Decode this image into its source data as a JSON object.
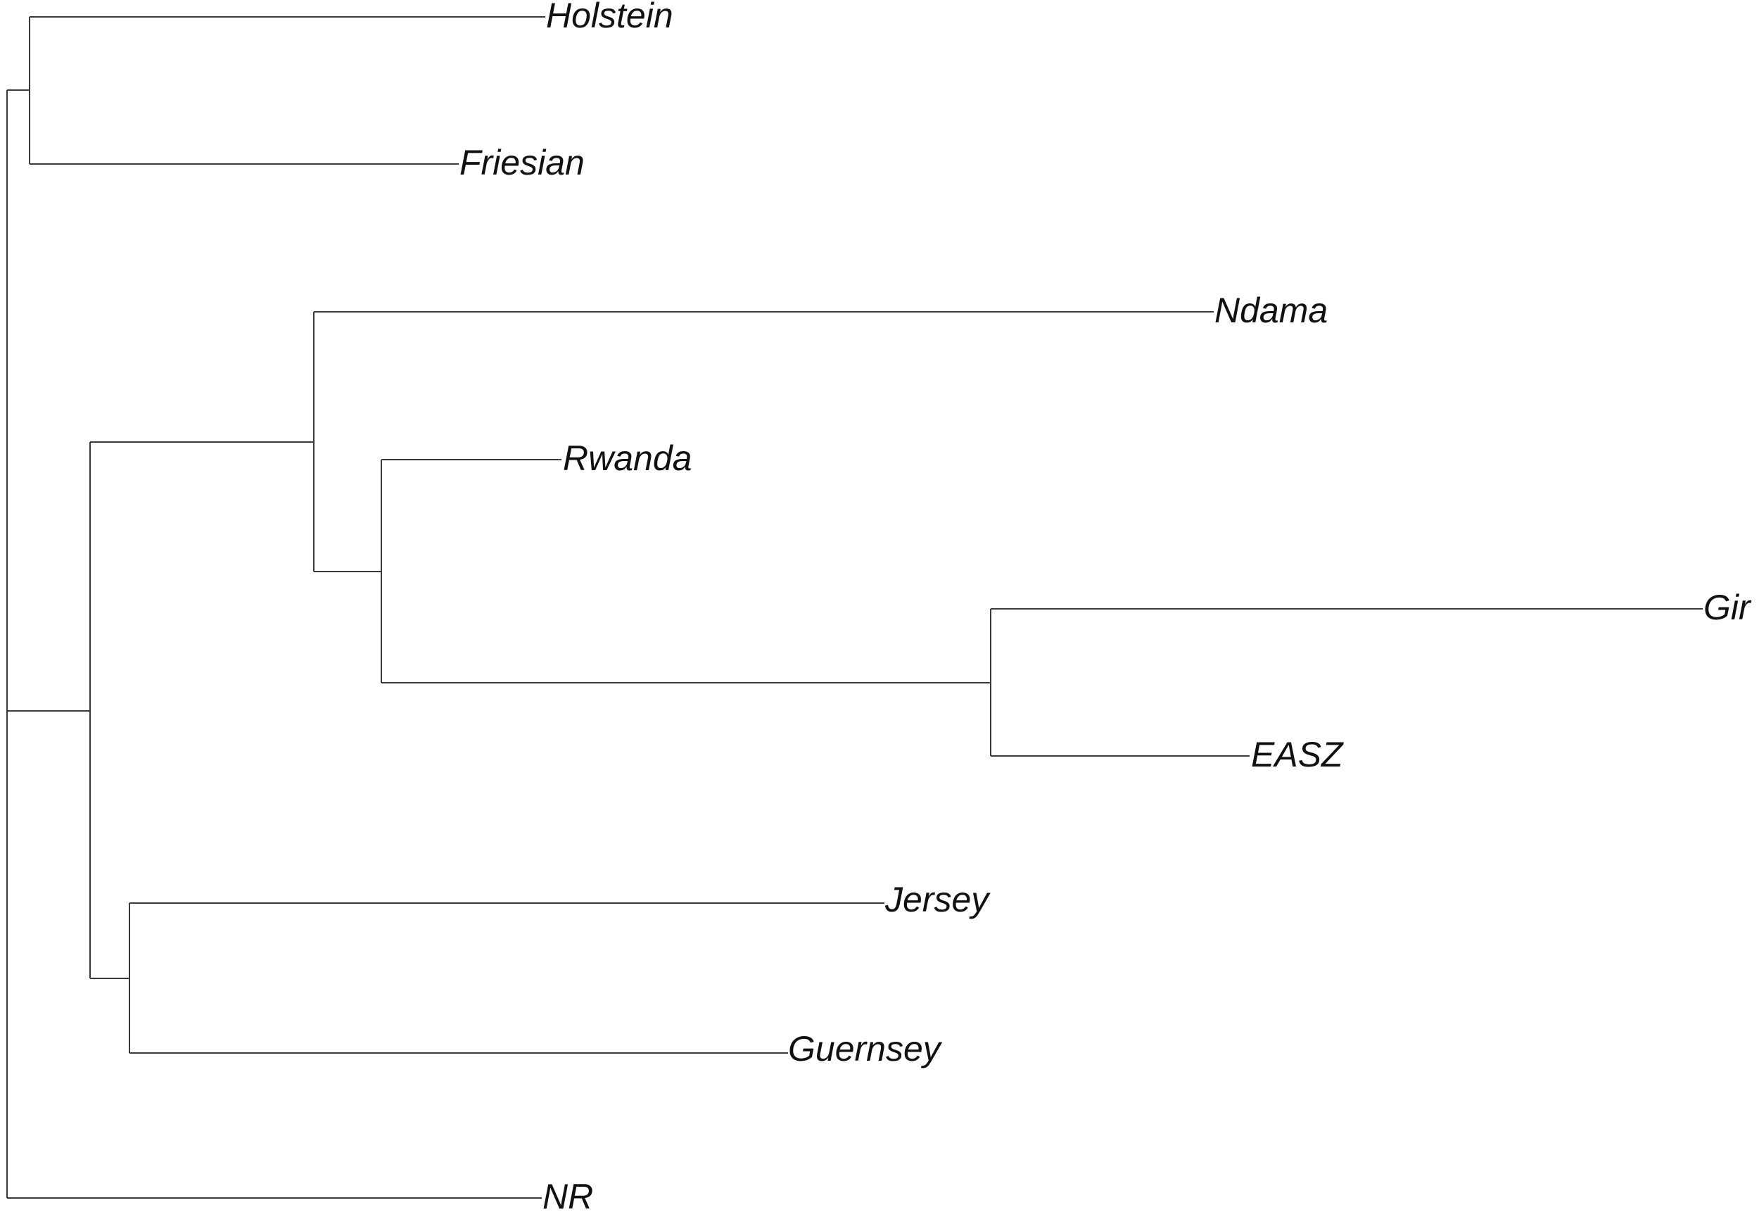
{
  "tree": {
    "taxa": [
      {
        "id": "holstein",
        "label": "Holstein"
      },
      {
        "id": "friesian",
        "label": "Friesian"
      },
      {
        "id": "ndama",
        "label": "Ndama"
      },
      {
        "id": "rwanda",
        "label": "Rwanda"
      },
      {
        "id": "gir",
        "label": "Gir"
      },
      {
        "id": "easz",
        "label": "EASZ"
      },
      {
        "id": "jersey",
        "label": "Jersey"
      },
      {
        "id": "guernsey",
        "label": "Guernsey"
      },
      {
        "id": "nr",
        "label": "NR"
      }
    ],
    "topology": "((Holstein,Friesian),((Ndama,(Rwanda,(Gir,EASZ))),(Jersey,Guernsey)),NR)"
  }
}
